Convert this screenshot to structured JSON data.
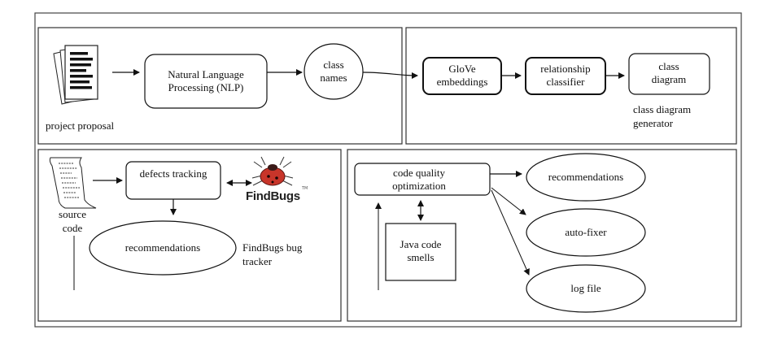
{
  "panels": {
    "nlp": {
      "doc_caption": "project proposal",
      "nlp_box": "Natural Language Processing (NLP)",
      "class_names": "class names"
    },
    "generator": {
      "glove": "GloVe embeddings",
      "relationship": "relationship classifier",
      "class_diagram": "class diagram",
      "caption": "class diagram generator"
    },
    "bugs": {
      "source_caption": "source code",
      "defects": "defects tracking",
      "findbugs_logo": "FindBugs",
      "findbugs_tm": "TM",
      "recommendations": "recommendations",
      "caption": "FindBugs bug tracker"
    },
    "quality": {
      "optimization": "code quality optimization",
      "smells": "Java code smells",
      "recommendations": "recommendations",
      "autofixer": "auto-fixer",
      "logfile": "log file"
    }
  }
}
